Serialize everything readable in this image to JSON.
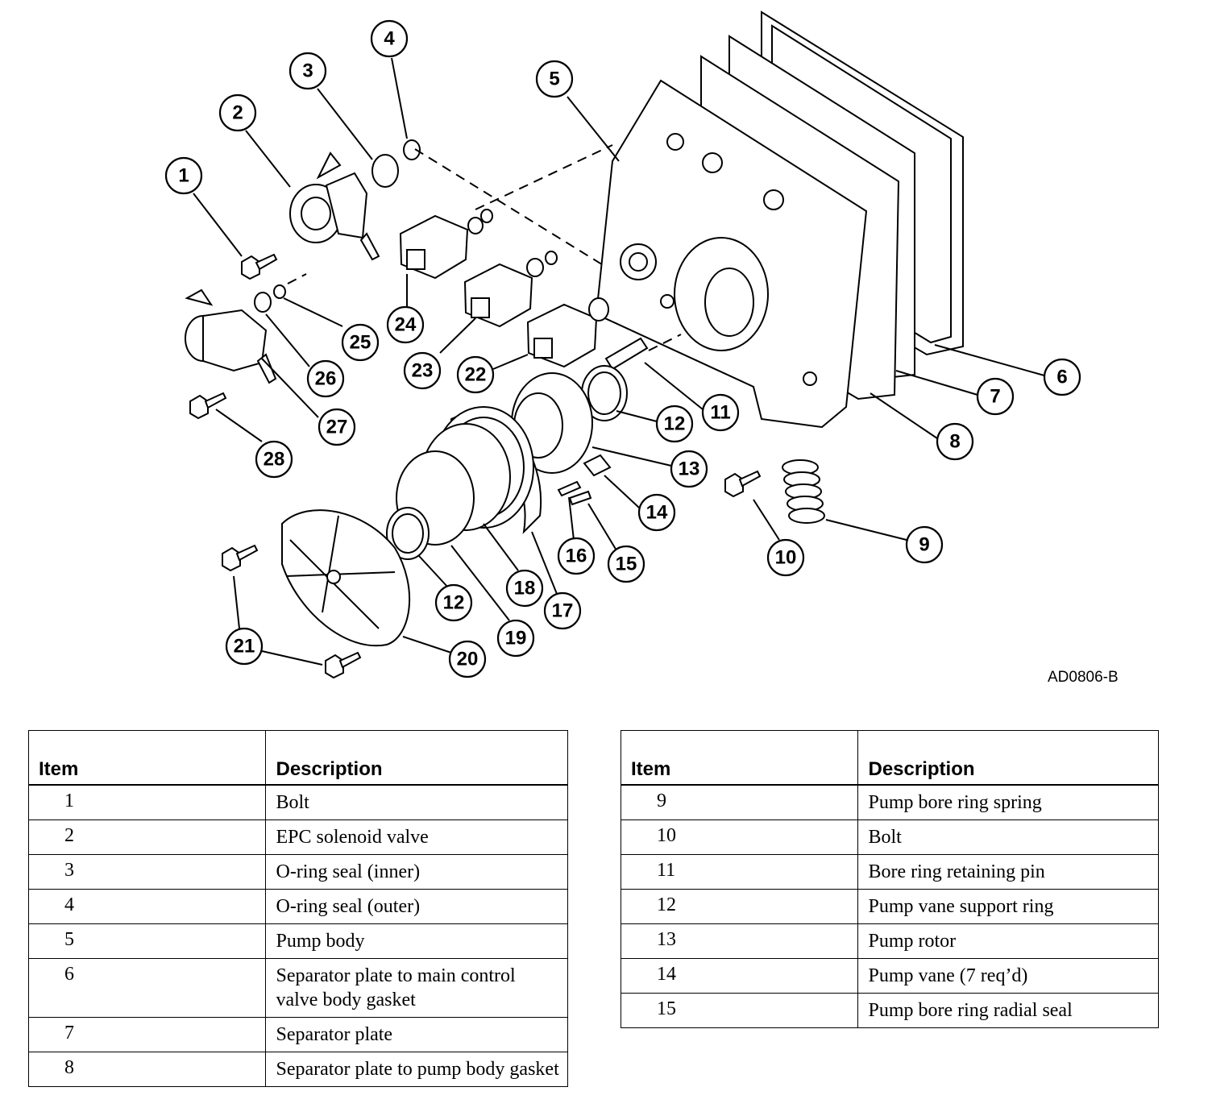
{
  "figure_code": "AD0806-B",
  "callouts": [
    "1",
    "2",
    "3",
    "4",
    "5",
    "6",
    "7",
    "8",
    "9",
    "10",
    "11",
    "12",
    "12",
    "13",
    "14",
    "15",
    "16",
    "17",
    "18",
    "19",
    "20",
    "21",
    "22",
    "23",
    "24",
    "25",
    "26",
    "27",
    "28"
  ],
  "table_headers": {
    "item": "Item",
    "description": "Description"
  },
  "table_left": [
    {
      "item": "1",
      "description": "Bolt"
    },
    {
      "item": "2",
      "description": "EPC solenoid valve"
    },
    {
      "item": "3",
      "description": "O-ring seal (inner)"
    },
    {
      "item": "4",
      "description": "O-ring seal (outer)"
    },
    {
      "item": "5",
      "description": "Pump body"
    },
    {
      "item": "6",
      "description": "Separator plate to main control valve body gasket"
    },
    {
      "item": "7",
      "description": "Separator plate"
    },
    {
      "item": "8",
      "description": "Separator plate to pump body gasket"
    }
  ],
  "table_right": [
    {
      "item": "9",
      "description": "Pump bore ring spring"
    },
    {
      "item": "10",
      "description": "Bolt"
    },
    {
      "item": "11",
      "description": "Bore ring retaining pin"
    },
    {
      "item": "12",
      "description": "Pump vane support ring"
    },
    {
      "item": "13",
      "description": "Pump rotor"
    },
    {
      "item": "14",
      "description": "Pump vane (7 req’d)"
    },
    {
      "item": "15",
      "description": "Pump bore ring radial seal"
    }
  ]
}
